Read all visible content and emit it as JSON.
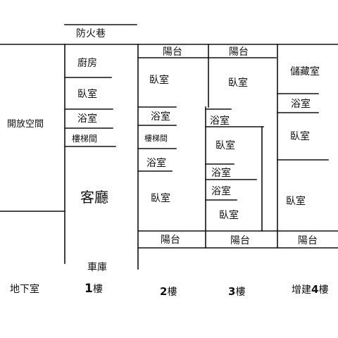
{
  "alley": "防火巷",
  "basement": {
    "open_space": "開放空間",
    "label": "地下室"
  },
  "floor1": {
    "kitchen": "廚房",
    "bedroom": "臥室",
    "bathroom": "浴室",
    "stairs": "樓梯間",
    "living_room": "客廳",
    "garage": "車庫",
    "label_num": "1",
    "label_suffix": "樓"
  },
  "floor2": {
    "balcony_top": "陽台",
    "bedroom_top": "臥室",
    "bathroom_1": "浴室",
    "stairs": "樓梯間",
    "bathroom_2": "浴室",
    "bedroom_bottom": "臥室",
    "balcony_bottom": "陽台",
    "label_num": "2",
    "label_suffix": "樓"
  },
  "floor3": {
    "balcony_top": "陽台",
    "bedroom_top": "臥室",
    "bathroom_1": "浴室",
    "bedroom_mid": "臥室",
    "bathroom_2": "浴室",
    "bathroom_3": "浴室",
    "bedroom_bottom": "臥室",
    "balcony_bottom": "陽台",
    "label_num": "3",
    "label_suffix": "樓"
  },
  "extension4": {
    "storage": "儲藏室",
    "bathroom": "浴室",
    "bedroom_top": "臥室",
    "bedroom_bottom": "臥室",
    "balcony": "陽台",
    "label_prefix": "增建",
    "label_num": "4",
    "label_suffix": "樓"
  }
}
